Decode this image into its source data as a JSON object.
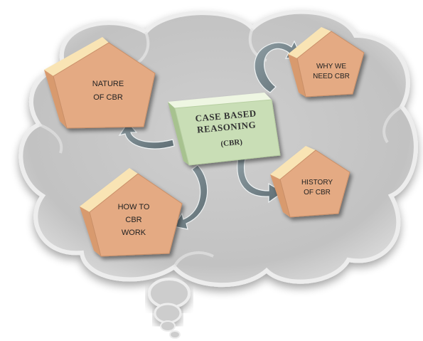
{
  "diagram": {
    "center": {
      "line1": "CASE BASED",
      "line2": "REASONING",
      "line3": "(CBR)"
    },
    "nodes": [
      {
        "id": "nature",
        "lines": [
          "NATURE",
          "OF CBR"
        ]
      },
      {
        "id": "why",
        "lines": [
          "WHY WE",
          "NEED CBR"
        ]
      },
      {
        "id": "how",
        "lines": [
          "HOW TO",
          "CBR",
          "WORK"
        ]
      },
      {
        "id": "history",
        "lines": [
          "HISTORY",
          "OF CBR"
        ]
      }
    ],
    "colors": {
      "cloud_fill": "#c4c4c4",
      "cloud_edge": "#e6e6e6",
      "pentagon_face": "#e3a982",
      "pentagon_top": "#f8e2b2",
      "pentagon_side": "#c8845c",
      "center_face": "#c8ddb5",
      "center_top": "#e9f3dc",
      "arrow": "#6f7f86"
    }
  }
}
